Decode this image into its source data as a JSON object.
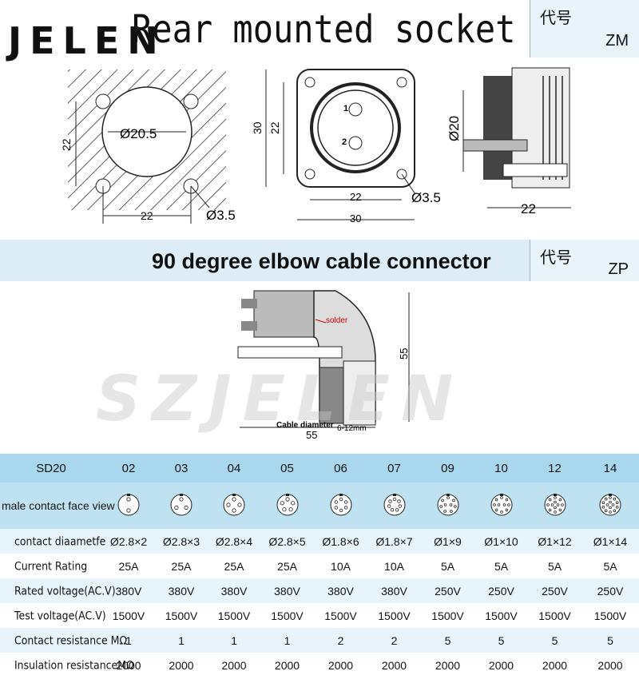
{
  "brand": {
    "logo": "JELEN",
    "watermark": "SZJELEN"
  },
  "section1": {
    "title": "Rear mounted socket",
    "code_label": "代号",
    "code_value": "ZM",
    "panel_cutout": {
      "hole_diameter": "Ø20.5",
      "dim_vertical": "22",
      "dim_horizontal": "22",
      "screw_hole": "Ø3.5"
    },
    "front_view": {
      "dim_outer_v": "30",
      "dim_inner_v": "22",
      "dim_inner_h": "22",
      "dim_outer_h": "30",
      "screw_hole": "Ø3.5",
      "pin_1": "1",
      "pin_2": "2"
    },
    "side_view": {
      "diameter": "Ø20",
      "depth": "22"
    }
  },
  "section2": {
    "title": "90 degree elbow cable connector",
    "code_label": "代号",
    "code_value": "ZP",
    "solder_label": "solder",
    "height": "55",
    "width": "55",
    "cable_label": "Cable diameter",
    "cable_range": "6-12mm"
  },
  "spec_table": {
    "model": "SD20",
    "columns": [
      "02",
      "03",
      "04",
      "05",
      "06",
      "07",
      "09",
      "10",
      "12",
      "14"
    ],
    "face_row_label": "male contact face view",
    "pin_counts": [
      2,
      3,
      4,
      5,
      6,
      7,
      9,
      10,
      12,
      14
    ],
    "rows": [
      {
        "label": "contact diaametfe",
        "values": [
          "Ø2.8×2",
          "Ø2.8×3",
          "Ø2.8×4",
          "Ø2.8×5",
          "Ø1.8×6",
          "Ø1.8×7",
          "Ø1×9",
          "Ø1×10",
          "Ø1×12",
          "Ø1×14"
        ]
      },
      {
        "label": "Current Rating",
        "values": [
          "25A",
          "25A",
          "25A",
          "25A",
          "10A",
          "10A",
          "5A",
          "5A",
          "5A",
          "5A"
        ]
      },
      {
        "label": "Rated voltage(AC.V)",
        "values": [
          "380V",
          "380V",
          "380V",
          "380V",
          "380V",
          "380V",
          "250V",
          "250V",
          "250V",
          "250V"
        ]
      },
      {
        "label": "Test voltage(AC.V)",
        "values": [
          "1500V",
          "1500V",
          "1500V",
          "1500V",
          "1500V",
          "1500V",
          "1500V",
          "1500V",
          "1500V",
          "1500V"
        ]
      },
      {
        "label": "Contact resistance MΩ",
        "values": [
          "1",
          "1",
          "1",
          "1",
          "2",
          "2",
          "5",
          "5",
          "5",
          "5"
        ]
      },
      {
        "label": "Insulation resistanceMΩ",
        "values": [
          "2000",
          "2000",
          "2000",
          "2000",
          "2000",
          "2000",
          "2000",
          "2000",
          "2000",
          "2000"
        ]
      }
    ]
  }
}
